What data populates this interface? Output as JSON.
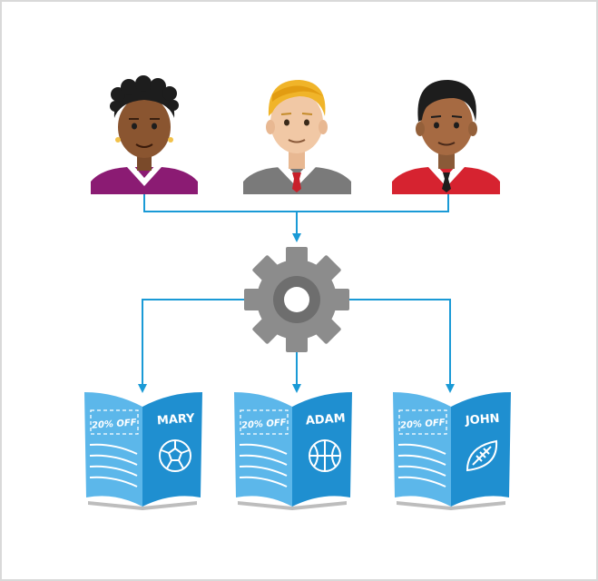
{
  "colors": {
    "flow_line": "#1a9ad6",
    "gear": "#8c8c8c",
    "gear_center": "#6e6e6e",
    "brochure_light": "#5cb7ea",
    "brochure_dark": "#1f8fd0",
    "shirt_mary": "#8b1b73",
    "shirt_adam": "#7a7a7a",
    "shirt_john": "#d62330"
  },
  "people": [
    {
      "name": "person-woman",
      "icon": "person-avatar-icon"
    },
    {
      "name": "person-blond-man",
      "icon": "person-avatar-icon"
    },
    {
      "name": "person-dark-hair-man",
      "icon": "person-avatar-icon"
    }
  ],
  "engine": {
    "icon": "gear-icon"
  },
  "brochures": [
    {
      "coupon": "20% OFF",
      "name": "MARY",
      "icon": "soccer-ball-icon"
    },
    {
      "coupon": "20% OFF",
      "name": "ADAM",
      "icon": "basketball-icon"
    },
    {
      "coupon": "20% OFF",
      "name": "JOHN",
      "icon": "football-icon"
    }
  ]
}
